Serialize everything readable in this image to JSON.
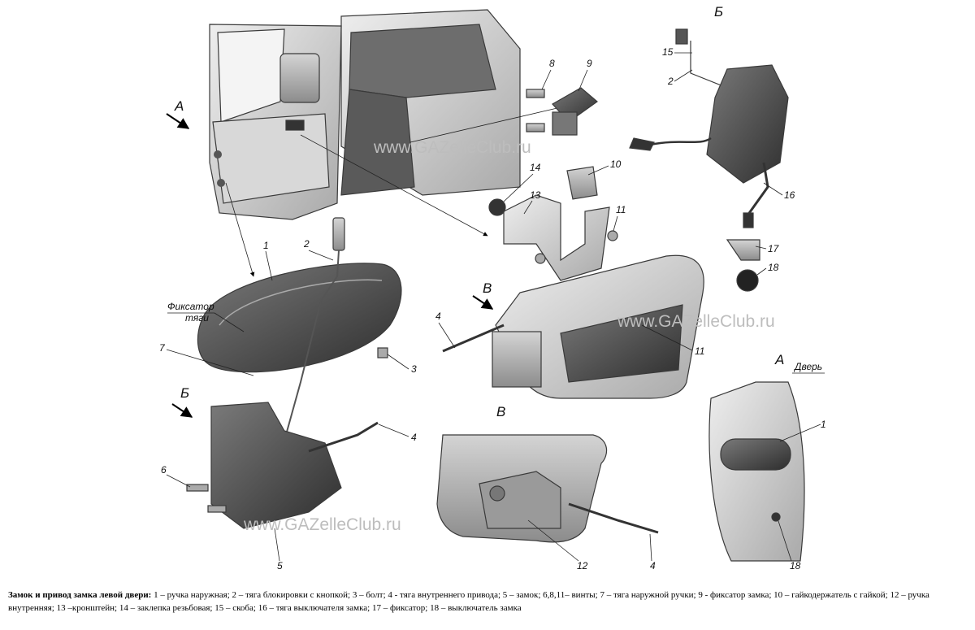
{
  "views": {
    "a": "А",
    "b": "Б",
    "v": "В"
  },
  "annotations": {
    "fixator": "Фиксатор",
    "rod": "тяги",
    "door": "Дверь"
  },
  "watermark": "www.GAZelleClub.ru",
  "labels": {
    "n1": "1",
    "n2": "2",
    "n3": "3",
    "n4": "4",
    "n5": "5",
    "n6": "6",
    "n7": "7",
    "n8": "8",
    "n9": "9",
    "n10": "10",
    "n11": "11",
    "n12": "12",
    "n13": "13",
    "n14": "14",
    "n15": "15",
    "n16": "16",
    "n17": "17",
    "n18": "18"
  },
  "caption": {
    "title": "Замок и привод замка левой двери:",
    "text": "1 – ручка наружная; 2 – тяга блокировки с кнопкой; 3 – болт; 4 -  тяга внутреннего привода; 5 – замок; 6,8,11– винты; 7 – тяга наружной ручки; 9 - фиксатор замка; 10 – гайкодержатель с гайкой; 12 – ручка внутренняя; 13 –кронштейн; 14 – заклепка резьбовая; 15 – скоба; 16 – тяга выключателя замка; 17 – фиксатор; 18 – выключатель замка"
  }
}
